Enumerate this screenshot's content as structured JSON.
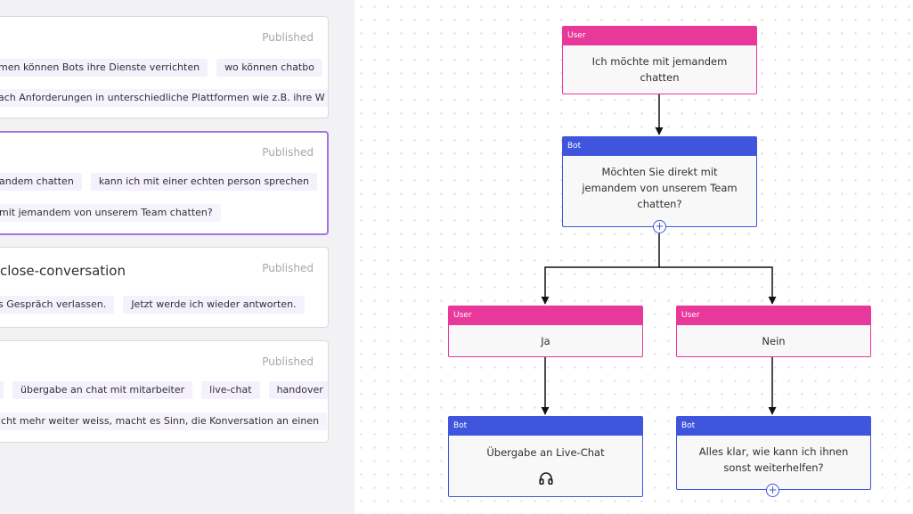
{
  "status_label": "Published",
  "intents": [
    {
      "title": "",
      "utterances": [
        "men können Bots ihre Dienste verrichten",
        "wo können chatbo"
      ],
      "answer": "ach Anforderungen in unterschiedliche Plattformen wie z.B. ihre W"
    },
    {
      "title": "",
      "utterances": [
        "andem chatten",
        "kann ich mit einer echten person sprechen"
      ],
      "answer": "mit jemandem von unserem Team chatten?"
    },
    {
      "title": "close-conversation",
      "utterances": [
        "s Gespräch verlassen.",
        "Jetzt werde ich wieder antworten."
      ],
      "answer": ""
    },
    {
      "title": "",
      "utterances": [
        "",
        "übergabe an chat mit mitarbeiter",
        "live-chat",
        "handover"
      ],
      "answer": "icht mehr weiter weiss, macht es Sinn, die Konversation an einen"
    }
  ],
  "flow": {
    "user_label": "User",
    "bot_label": "Bot",
    "nodes": {
      "n1": {
        "type": "User",
        "text": "Ich möchte mit jemandem chatten"
      },
      "n2": {
        "type": "Bot",
        "text": "Möchten Sie direkt mit jemandem von unserem Team chatten?"
      },
      "n3": {
        "type": "User",
        "text": "Ja"
      },
      "n4": {
        "type": "User",
        "text": "Nein"
      },
      "n5": {
        "type": "Bot",
        "text": "Übergabe an Live-Chat"
      },
      "n6": {
        "type": "Bot",
        "text": "Alles klar, wie kann ich ihnen sonst weiterhelfen?"
      }
    },
    "add_button_symbol": "+",
    "colors": {
      "user": "#e8399b",
      "bot": "#3f55dd",
      "selected_card": "#a572e6"
    }
  }
}
